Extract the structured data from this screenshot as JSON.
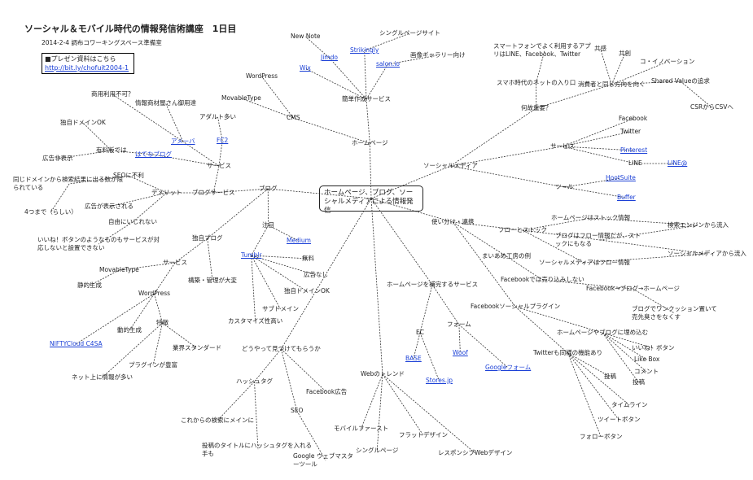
{
  "header": {
    "title": "ソーシャル＆モバイル時代の情報発信術講座　1日目",
    "subtitle": "2014-2-4 調布コワーキングスペース準備室",
    "promo_label": "■プレゼン資料はこちら",
    "promo_link": "http://bit.ly/chofuit2004-1"
  },
  "center": {
    "label": "ホームページ、ブログ、ソーシャルメディアによる情報発信"
  },
  "nodes": [
    {
      "id": "homepage",
      "label": "ホームページ"
    },
    {
      "id": "cms",
      "label": "CMS"
    },
    {
      "id": "movabletype_top",
      "label": "MovableType"
    },
    {
      "id": "wordpress_top",
      "label": "WordPress"
    },
    {
      "id": "simple_service",
      "label": "簡単作成サービス"
    },
    {
      "id": "wix",
      "label": "Wix",
      "link": true
    },
    {
      "id": "jimdo",
      "label": "Jimdo",
      "link": true
    },
    {
      "id": "strikingly",
      "label": "Strikingly",
      "link": true
    },
    {
      "id": "salon",
      "label": "salon.io",
      "link": true
    },
    {
      "id": "newnote",
      "label": "New Note"
    },
    {
      "id": "single_site",
      "label": "シングルページサイト"
    },
    {
      "id": "gallery",
      "label": "画像ギャラリー向け"
    },
    {
      "id": "blog",
      "label": "ブログ"
    },
    {
      "id": "blogservice",
      "label": "ブログサービス"
    },
    {
      "id": "service1",
      "label": "サービス"
    },
    {
      "id": "ameba",
      "label": "アメーバ",
      "link": true
    },
    {
      "id": "hatena",
      "label": "はてなブログ",
      "link": true
    },
    {
      "id": "fc2",
      "label": "FC2",
      "link": true
    },
    {
      "id": "adult",
      "label": "アダルト多い"
    },
    {
      "id": "commercial",
      "label": "商用利用不可？"
    },
    {
      "id": "info_material",
      "label": "情報商材屋さん御用達"
    },
    {
      "id": "own_domain_ok",
      "label": "独自ドメインOK"
    },
    {
      "id": "paid",
      "label": "有料版では"
    },
    {
      "id": "ad_hide",
      "label": "広告非表示"
    },
    {
      "id": "demerit",
      "label": "デメリット"
    },
    {
      "id": "seo_bad",
      "label": "SEOに不利"
    },
    {
      "id": "same_domain",
      "label": "同じドメインから検索結果に出る数が限られている"
    },
    {
      "id": "four",
      "label": "4つまで（らしい）"
    },
    {
      "id": "ads_shown",
      "label": "広告が表示される"
    },
    {
      "id": "cant_customize",
      "label": "自由にいじれない"
    },
    {
      "id": "like_buttons",
      "label": "いいね！ボタンのようなものもサービスが対応しないと設置できない"
    },
    {
      "id": "own_blog",
      "label": "独自ブログ"
    },
    {
      "id": "service2",
      "label": "サービス"
    },
    {
      "id": "movabletype2",
      "label": "MovableType"
    },
    {
      "id": "static",
      "label": "静的生成"
    },
    {
      "id": "wordpress2",
      "label": "WordPress"
    },
    {
      "id": "dynamic",
      "label": "動的生成"
    },
    {
      "id": "nifty",
      "label": "NIFTYCloud C4SA",
      "link": true
    },
    {
      "id": "feature",
      "label": "特徴"
    },
    {
      "id": "industry_std",
      "label": "業界スタンダード"
    },
    {
      "id": "plugins",
      "label": "プラグインが豊富"
    },
    {
      "id": "net_info",
      "label": "ネット上に情報が多い"
    },
    {
      "id": "build_manage",
      "label": "構築・管理が大変"
    },
    {
      "id": "attention",
      "label": "注目"
    },
    {
      "id": "medium",
      "label": "Medium",
      "link": true
    },
    {
      "id": "tumblr",
      "label": "Tumblr",
      "link": true
    },
    {
      "id": "free",
      "label": "無料"
    },
    {
      "id": "no_ads",
      "label": "広告なし"
    },
    {
      "id": "own_domain_ok2",
      "label": "独自ドメインOK"
    },
    {
      "id": "subdomain",
      "label": "サブドメイン"
    },
    {
      "id": "customizable",
      "label": "カスタマイズ性高い"
    },
    {
      "id": "how_found",
      "label": "どうやって見つけてもらうか"
    },
    {
      "id": "hashtag",
      "label": "ハッシュタグ"
    },
    {
      "id": "fb_ads",
      "label": "Facebook広告"
    },
    {
      "id": "future_search",
      "label": "これからの検索にメインに"
    },
    {
      "id": "post_title",
      "label": "投稿のタイトルにハッシュタグを入れる手も"
    },
    {
      "id": "seo",
      "label": "SEO"
    },
    {
      "id": "google_wmt",
      "label": "Google ウェブマスターツール"
    },
    {
      "id": "web_trend",
      "label": "Webのトレンド"
    },
    {
      "id": "mobile_first",
      "label": "モバイルファースト"
    },
    {
      "id": "single_page",
      "label": "シングルページ"
    },
    {
      "id": "flat",
      "label": "フラットデザイン"
    },
    {
      "id": "responsive",
      "label": "レスポンシブWebデザイン"
    },
    {
      "id": "hp_supplement",
      "label": "ホームページを補完するサービス"
    },
    {
      "id": "ec",
      "label": "EC"
    },
    {
      "id": "base",
      "label": "BASE",
      "link": true
    },
    {
      "id": "stores",
      "label": "Stores.jp",
      "link": true
    },
    {
      "id": "form",
      "label": "フォーム"
    },
    {
      "id": "woof",
      "label": "Woof",
      "link": true
    },
    {
      "id": "google_form",
      "label": "Googleフォーム",
      "link": true
    },
    {
      "id": "usage",
      "label": "使い分け・連携"
    },
    {
      "id": "flow_stock",
      "label": "フローとストック"
    },
    {
      "id": "hp_stock",
      "label": "ホームページはストック情報"
    },
    {
      "id": "search_inflow",
      "label": "検索エンジンから流入"
    },
    {
      "id": "blog_flow",
      "label": "ブログはフロー情報だが、ストックにもなる"
    },
    {
      "id": "social_inflow",
      "label": "ソーシャルメディアから流入"
    },
    {
      "id": "sm_flow",
      "label": "ソーシャルメディアはフロー情報"
    },
    {
      "id": "example",
      "label": "まいあめ工房の例"
    },
    {
      "id": "fb_no_sell",
      "label": "Facebookでは売り込みしない"
    },
    {
      "id": "fb_chain",
      "label": "Facebook→ブログ→ホームページ"
    },
    {
      "id": "one_cushion",
      "label": "ブログでワンクッション置いて売先臭さをなくす"
    },
    {
      "id": "fb_plugin",
      "label": "Facebookソーシャルプラグイン"
    },
    {
      "id": "embed",
      "label": "ホームページやブログに埋め込む"
    },
    {
      "id": "like_btn",
      "label": "いいね！ボタン"
    },
    {
      "id": "like_box",
      "label": "Like Box"
    },
    {
      "id": "comment",
      "label": "コメント"
    },
    {
      "id": "post1",
      "label": "投稿"
    },
    {
      "id": "twitter_same",
      "label": "Twitterも同様の機能あり"
    },
    {
      "id": "post2",
      "label": "投稿"
    },
    {
      "id": "timeline",
      "label": "タイムライン"
    },
    {
      "id": "tweet_btn",
      "label": "ツイートボタン"
    },
    {
      "id": "follow_btn",
      "label": "フォローボタン"
    },
    {
      "id": "social_media",
      "label": "ソーシャルメディア"
    },
    {
      "id": "why_important",
      "label": "何故重要？"
    },
    {
      "id": "entrance",
      "label": "スマホ時代のネットの入り口"
    },
    {
      "id": "apps",
      "label": "スマートフォンでよく利用するアプリはLINE、Facebook、Twitter"
    },
    {
      "id": "same_dir",
      "label": "消費者と同じ方向を向く"
    },
    {
      "id": "empathy",
      "label": "共感"
    },
    {
      "id": "cocreation",
      "label": "共創"
    },
    {
      "id": "coinnovation",
      "label": "コ・イノベーション"
    },
    {
      "id": "shared_value",
      "label": "Shared Valueの追求"
    },
    {
      "id": "csr_csv",
      "label": "CSRからCSVへ"
    },
    {
      "id": "service3",
      "label": "サービス"
    },
    {
      "id": "facebook",
      "label": "Facebook"
    },
    {
      "id": "twitter",
      "label": "Twitter"
    },
    {
      "id": "pinterest",
      "label": "Pinterest",
      "link": true
    },
    {
      "id": "line",
      "label": "LINE"
    },
    {
      "id": "lineat",
      "label": "LINE@",
      "link": true
    },
    {
      "id": "tools",
      "label": "ツール"
    },
    {
      "id": "hootsuite",
      "label": "HootSuite",
      "link": true
    },
    {
      "id": "buffer",
      "label": "Buffer",
      "link": true
    }
  ]
}
